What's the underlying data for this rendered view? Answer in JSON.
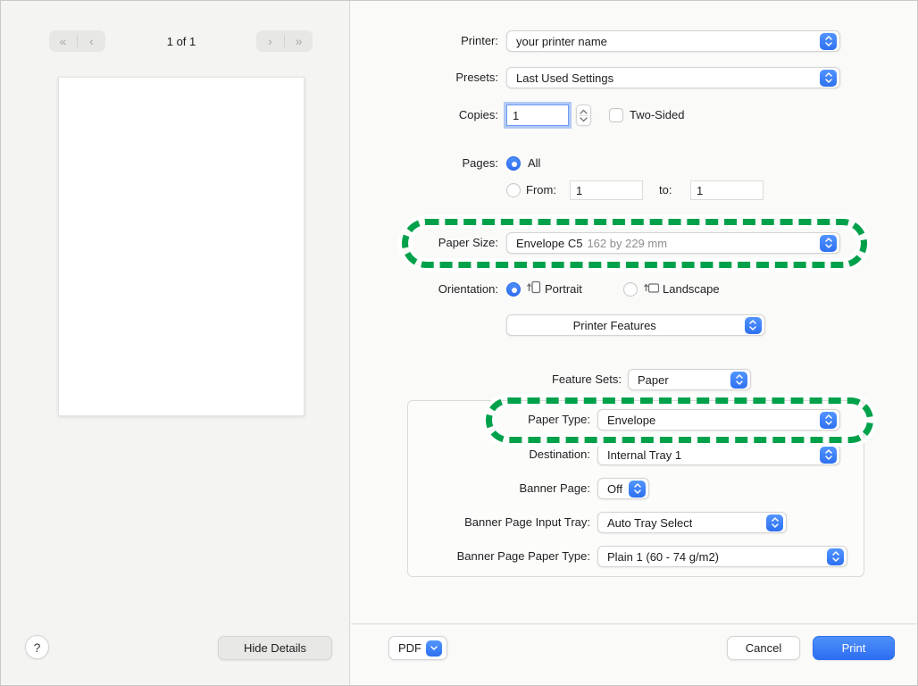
{
  "preview": {
    "page_indicator": "1 of 1",
    "nav_first": "«",
    "nav_prev": "‹",
    "nav_next": "›",
    "nav_last": "»",
    "help": "?",
    "hide_details": "Hide Details"
  },
  "printer": {
    "label": "Printer:",
    "value": "your printer name"
  },
  "presets": {
    "label": "Presets:",
    "value": "Last Used Settings"
  },
  "copies": {
    "label": "Copies:",
    "value": "1",
    "two_sided": "Two-Sided"
  },
  "pages": {
    "label": "Pages:",
    "all": "All",
    "from_label": "From:",
    "from_value": "1",
    "to_label": "to:",
    "to_value": "1"
  },
  "paper_size": {
    "label": "Paper Size:",
    "value": "Envelope C5",
    "detail": "162 by 229 mm"
  },
  "orientation": {
    "label": "Orientation:",
    "portrait": "Portrait",
    "landscape": "Landscape"
  },
  "printer_features": {
    "value": "Printer Features"
  },
  "feature_sets": {
    "label": "Feature Sets:",
    "value": "Paper"
  },
  "paper_type": {
    "label": "Paper Type:",
    "value": "Envelope"
  },
  "destination": {
    "label": "Destination:",
    "value": "Internal Tray 1"
  },
  "banner_page": {
    "label": "Banner Page:",
    "value": "Off"
  },
  "banner_page_input_tray": {
    "label": "Banner Page Input Tray:",
    "value": "Auto Tray Select"
  },
  "banner_page_paper_type": {
    "label": "Banner Page Paper Type:",
    "value": "Plain 1 (60 - 74 g/m2)"
  },
  "footer": {
    "pdf": "PDF",
    "cancel": "Cancel",
    "print": "Print"
  },
  "colors": {
    "accent": "#2e6ef2",
    "highlight_green": "#00a14b"
  }
}
